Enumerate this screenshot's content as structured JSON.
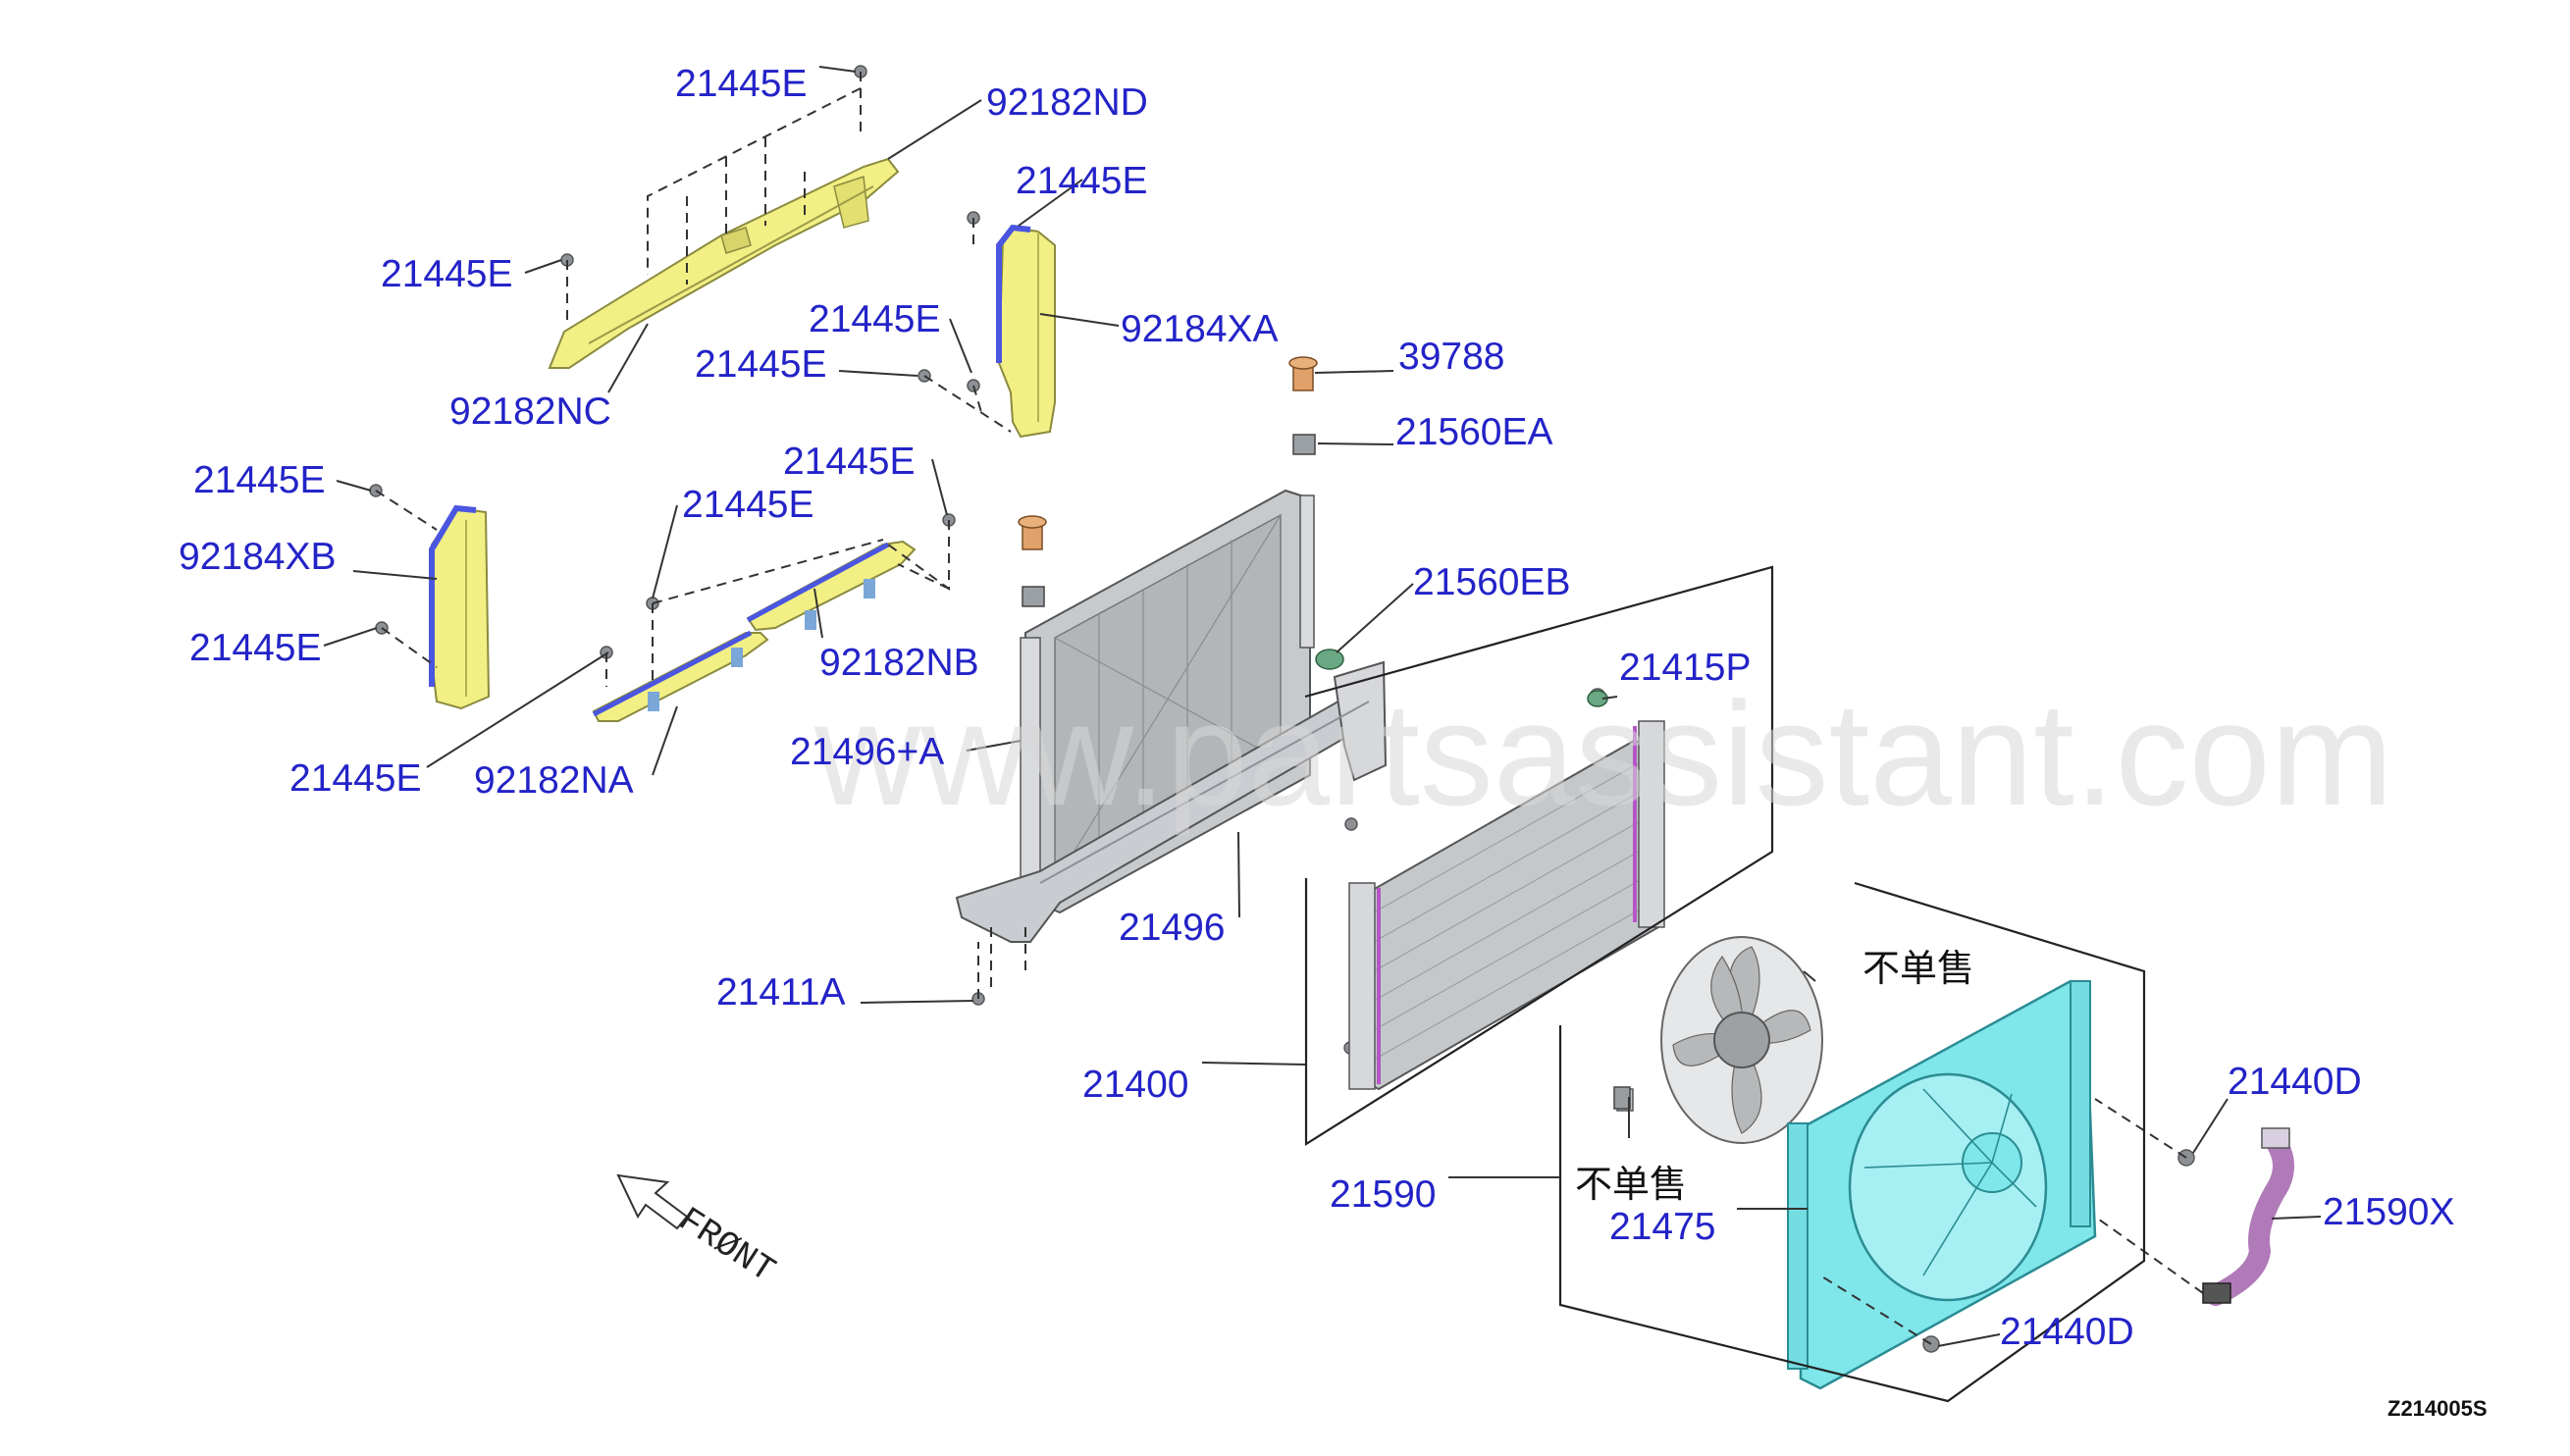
{
  "watermark": "www.partsassistant.com",
  "diagram_code": "Z214005S",
  "front_label": "FRØNT",
  "colors": {
    "label": "#2323c8",
    "yellow_part": "#f2ef84",
    "blue_edge": "#4a56e0",
    "fan_shroud": "#7fe6ea",
    "grey_part": "#c9ccd0",
    "hose": "#b07ab8"
  },
  "callouts": [
    {
      "id": "c1",
      "text": "21445E"
    },
    {
      "id": "c2",
      "text": "92182ND"
    },
    {
      "id": "c3",
      "text": "21445E"
    },
    {
      "id": "c4",
      "text": "21445E"
    },
    {
      "id": "c5",
      "text": "92184XA"
    },
    {
      "id": "c6",
      "text": "21445E"
    },
    {
      "id": "c7",
      "text": "21445E"
    },
    {
      "id": "c8",
      "text": "92182NC"
    },
    {
      "id": "c9",
      "text": "39788"
    },
    {
      "id": "c10",
      "text": "21560EA"
    },
    {
      "id": "c11",
      "text": "21445E"
    },
    {
      "id": "c12",
      "text": "21445E"
    },
    {
      "id": "c13",
      "text": "21445E"
    },
    {
      "id": "c14",
      "text": "92184XB"
    },
    {
      "id": "c15",
      "text": "21445E"
    },
    {
      "id": "c16",
      "text": "92182NB"
    },
    {
      "id": "c17",
      "text": "21560EB"
    },
    {
      "id": "c18",
      "text": "21415P"
    },
    {
      "id": "c19",
      "text": "21496+A"
    },
    {
      "id": "c20",
      "text": "21445E"
    },
    {
      "id": "c21",
      "text": "92182NA"
    },
    {
      "id": "c22",
      "text": "21496"
    },
    {
      "id": "c23",
      "text": "21411A"
    },
    {
      "id": "c24",
      "text": "21400"
    },
    {
      "id": "c25",
      "text": "21440D"
    },
    {
      "id": "c26",
      "text": "21590"
    },
    {
      "id": "c27",
      "text": "21475"
    },
    {
      "id": "c28",
      "text": "21590X"
    },
    {
      "id": "c29",
      "text": "21440D"
    }
  ],
  "not_sold_labels": [
    {
      "id": "n1",
      "text": "不单售"
    },
    {
      "id": "n2",
      "text": "不单售"
    }
  ]
}
